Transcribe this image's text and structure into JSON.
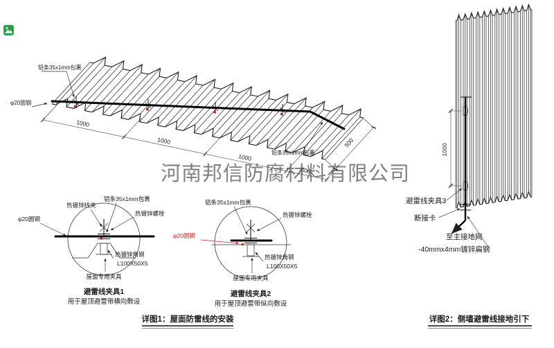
{
  "watermark": {
    "text": "河南邦信防腐材料有限公司"
  },
  "colors": {
    "line": "#1a1a1a",
    "accent_red": "#cc2222",
    "watermark_gray": "#8f8f8f",
    "logo_green": "#2e9e4f"
  },
  "roof_view": {
    "strip_label_top": "铝条35x1mm包裹",
    "rod_label": "φ20圆钢",
    "strip_label_bottom": "铝条35x1mm包裹",
    "dims_bottom": [
      "1000",
      "1000",
      "1000",
      "500"
    ],
    "dim_right": "500"
  },
  "detail1": {
    "title": "避雷线夹具1",
    "subtitle": "用于屋顶避雷带横向敷设",
    "labels": {
      "wire_clip": "热镀锌线夹",
      "strip": "铝条35x1mm包裹",
      "bolt": "热镀锌螺栓",
      "rod": "φ20圆钢",
      "angle_steel": "热镀锌角钢",
      "angle_spec": "L100X50X5",
      "roof_clamp": "屋面专用夹具"
    }
  },
  "detail2": {
    "title": "避雷线夹具2",
    "subtitle": "用于屋顶避雷带纵向敷设",
    "labels": {
      "strip": "铝条35x1mm包裹",
      "bolt": "热镀锌螺栓",
      "rod": "φ20圆钢",
      "angle_steel": "热镀锌角钢",
      "angle_spec": "L100X50X5",
      "roof_clamp": "屋面专用夹具"
    }
  },
  "wall_view": {
    "dim": "1000",
    "clamp_label": "避雷线夹具3",
    "disconnect_label": "断接卡",
    "ground_label": "至主接地网",
    "flat_steel_label": "-40mmx4mm镀锌扁钢"
  },
  "captions": {
    "fig1": "详图1：屋面防雷线的安装",
    "fig2": "详图2：侧墙避雷线接地引下"
  }
}
